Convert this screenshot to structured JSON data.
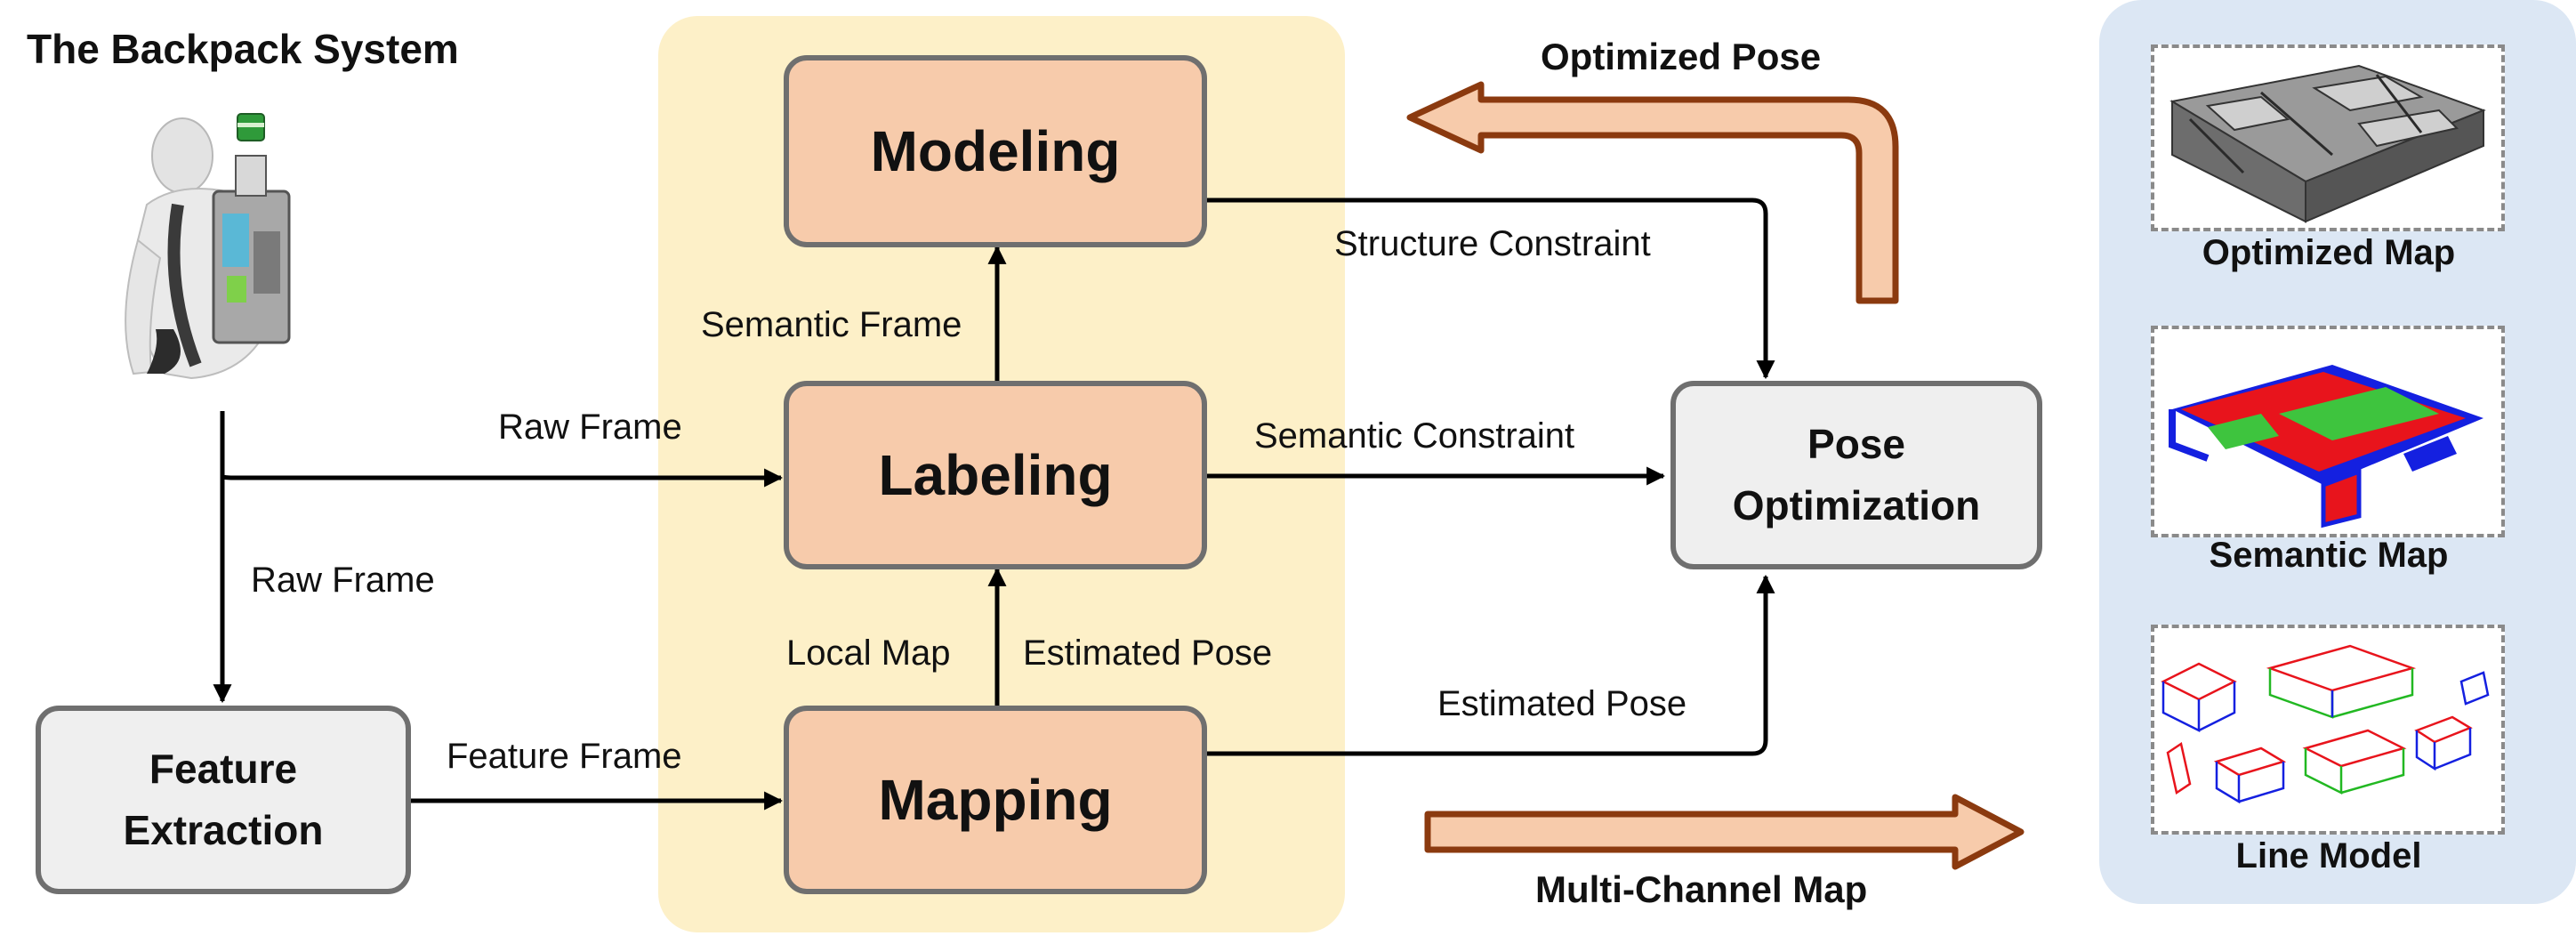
{
  "title": "The Backpack System",
  "nodes": {
    "modeling": "Modeling",
    "labeling": "Labeling",
    "mapping": "Mapping",
    "feature_extraction": "Feature\nExtraction",
    "pose_optimization": "Pose\nOptimization"
  },
  "edges": {
    "raw_frame_top": "Raw Frame",
    "raw_frame_left": "Raw Frame",
    "feature_frame": "Feature Frame",
    "semantic_frame": "Semantic Frame",
    "local_map": "Local Map",
    "estimated_pose_up": "Estimated Pose",
    "estimated_pose_right": "Estimated Pose",
    "structure_constraint": "Structure Constraint",
    "semantic_constraint": "Semantic Constraint"
  },
  "big_arrows": {
    "optimized_pose": "Optimized Pose",
    "multi_channel_map": "Multi-Channel Map"
  },
  "maps": [
    {
      "label": "Optimized Map"
    },
    {
      "label": "Semantic Map"
    },
    {
      "label": "Line Model"
    }
  ],
  "colors": {
    "node_orange": "#f7cbab",
    "node_gray": "#efefef",
    "panel_yellow": "#fdf0c8",
    "panel_blue": "#dce7f4",
    "big_arrow_fill": "#f7cbab",
    "big_arrow_stroke": "#8b3a0f"
  }
}
